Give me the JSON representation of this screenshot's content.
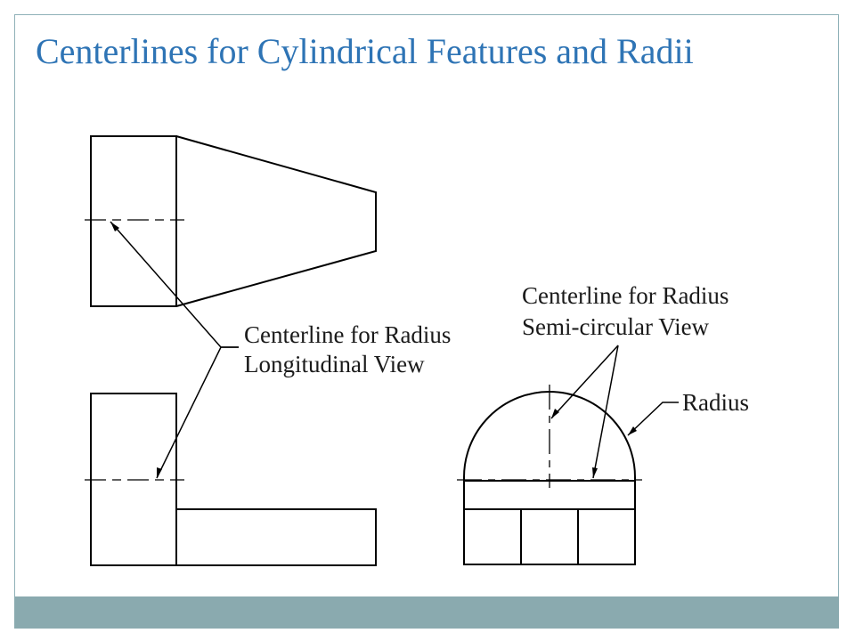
{
  "slide": {
    "title": "Centerlines for Cylindrical Features and Radii"
  },
  "labels": {
    "longitudinal_line1": "Centerline for Radius",
    "longitudinal_line2": "Longitudinal View",
    "semicircular_line1": "Centerline for Radius",
    "semicircular_line2": "Semi-circular View",
    "radius": "Radius"
  },
  "colors": {
    "title": "#2e74b5",
    "bottom_bar": "#8aaaaf",
    "frame_border": "#8fb1b8",
    "line": "#000000"
  }
}
